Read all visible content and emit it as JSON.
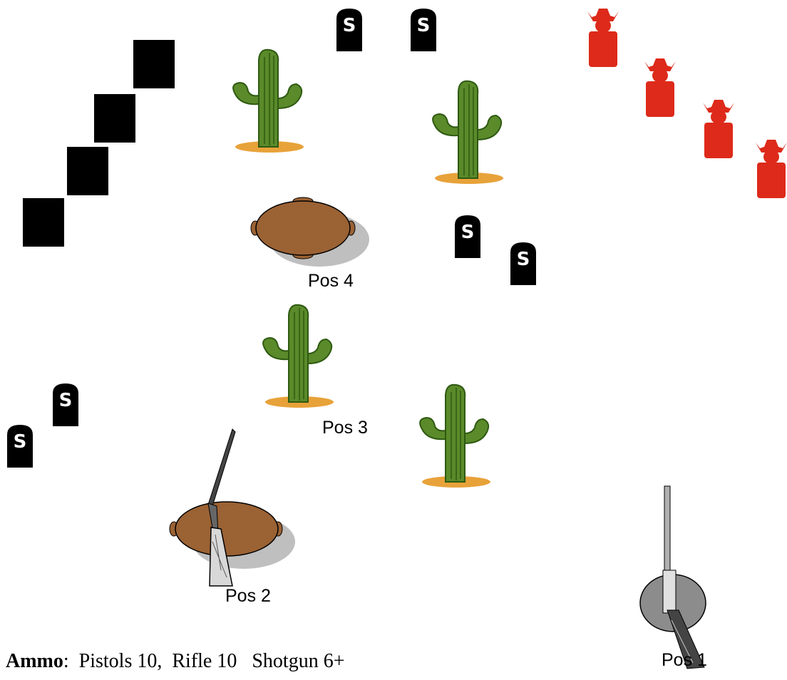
{
  "icons": {
    "square": "black-square-target",
    "tombstone": "tombstone-s-target",
    "cactus": "cactus",
    "red_target": "red-cowboy-target",
    "table": "table",
    "barrel": "round-barrel",
    "rifle": "rifle",
    "shotgun": "shotgun"
  },
  "colors": {
    "red_target": "#dd2a1a",
    "table": "#9b6234",
    "shadow": "#bfbfbf",
    "barrel": "#8c8c8c",
    "cactus_green": "#5a8a2a",
    "cactus_dark": "#2f5a12",
    "sand": "#e8a23a"
  },
  "tombstone_letter": "S",
  "positions": {
    "pos1": "Pos 1",
    "pos2": "Pos 2",
    "pos3": "Pos 3",
    "pos4": "Pos 4"
  },
  "ammo": {
    "label": "Ammo",
    "separator": ":",
    "text": "Pistols 10,  Rifle 10   Shotgun 6+"
  }
}
